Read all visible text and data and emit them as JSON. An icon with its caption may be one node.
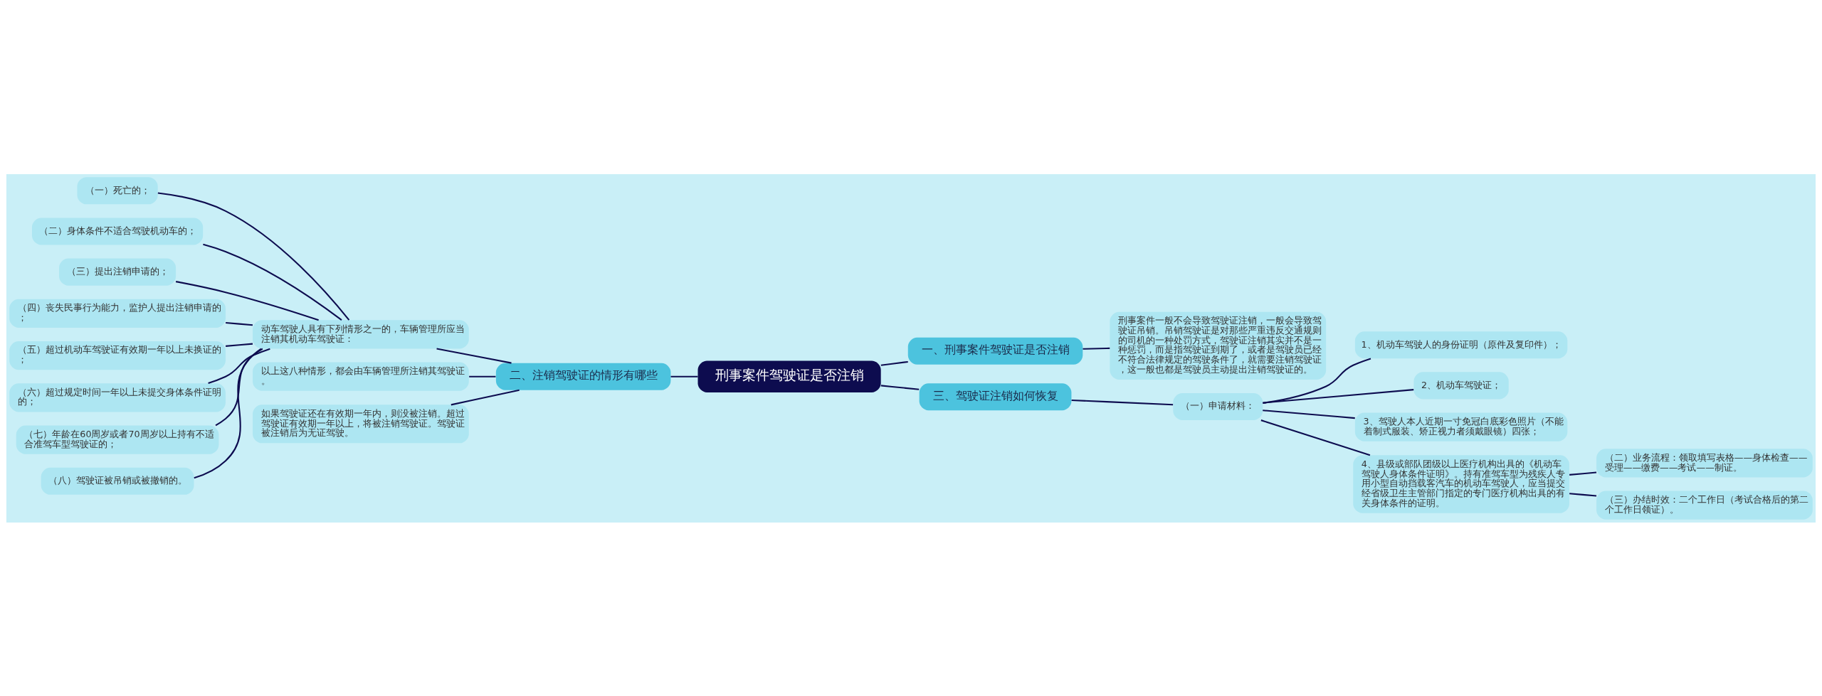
{
  "diagram": {
    "nodes": [
      {
        "text": [
          "刑事案件驾驶证是否注销"
        ]
      },
      {
        "text": [
          "一、刑事案件驾驶证是否注销"
        ]
      },
      {
        "text": [
          "刑事案件一般不会导致驾驶证注销，一般会导致驾驶证吊销。吊销驾驶证是对那些严重违反交通规则的司机的一种处罚方式，驾驶证注销其实并不是一种惩罚，而是指驾驶证到期了，或者是驾驶员已经不符合法律规定的驾驶条件了，就需要注销驾驶证，这一般也都是驾驶员主动提出注销驾驶证的。"
        ]
      },
      {
        "text": [
          "二、注销驾驶证的情形有哪些"
        ]
      },
      {
        "text": [
          "动车驾驶人具有下列情形之一的，车辆管理所应当注销其机动车驾驶证："
        ]
      },
      {
        "text": [
          "（一）死亡的；"
        ]
      },
      {
        "text": [
          "（二）身体条件不适合驾驶机动车的；"
        ]
      },
      {
        "text": [
          "（三）提出注销申请的；"
        ]
      },
      {
        "text": [
          "（四）丧失民事行为能力，监护人提出注销申请的；"
        ]
      },
      {
        "text": [
          "（五）超过机动车驾驶证有效期一年以上未换证的；"
        ]
      },
      {
        "text": [
          "（六）超过规定时间一年以上未提交身体条件证明的；"
        ]
      },
      {
        "text": [
          "（七）年龄在60周岁或者70周岁以上持有不适合准驾车型驾驶证的；"
        ]
      },
      {
        "text": [
          "（八）驾驶证被吊销或被撤销的。"
        ]
      },
      {
        "text": [
          "以上这八种情形，都会由车辆管理所注销其驾驶证。"
        ]
      },
      {
        "text": [
          "如果驾驶证还在有效期一年内，则没被注销。超过驾驶证有效期一年以上，将被注销驾驶证。驾驶证被注销后为无证驾驶。"
        ]
      },
      {
        "text": [
          "三、驾驶证注销如何恢复"
        ]
      },
      {
        "text": [
          "（一）申请材料："
        ]
      },
      {
        "text": [
          "1、机动车驾驶人的身份证明（原件及复印件）；"
        ]
      },
      {
        "text": [
          "2、机动车驾驶证；"
        ]
      },
      {
        "text": [
          "3、驾驶人本人近期一寸免冠白底彩色照片（不能着制式服装、矫正视力者须戴眼镜）四张；"
        ]
      },
      {
        "text": [
          "4、县级或部队团级以上医疗机构出具的《机动车驾驶人身体条件证明》。持有准驾车型为残疾人专用小型自动挡载客汽车的机动车驾驶人，应当提交经省级卫生主管部门指定的专门医疗机构出具的有关身体条件的证明。"
        ]
      },
      {
        "text": [
          "（二）业务流程：领取填写表格——身体检查——受理——缴费——考试——制证。"
        ]
      },
      {
        "text": [
          "（三）办结时效：二个工作日（考试合格后的第二个工作日领证）。"
        ]
      }
    ],
    "edges": [
      {
        "from": 0,
        "to": 1,
        "arrow": "none"
      },
      {
        "from": 1,
        "to": 2,
        "arrow": "none"
      },
      {
        "from": 0,
        "to": 3,
        "arrow": "none"
      },
      {
        "from": 3,
        "to": 4,
        "arrow": "none"
      },
      {
        "from": 4,
        "to": 5,
        "arrow": "none"
      },
      {
        "from": 4,
        "to": 6,
        "arrow": "none"
      },
      {
        "from": 4,
        "to": 7,
        "arrow": "none"
      },
      {
        "from": 4,
        "to": 8,
        "arrow": "none"
      },
      {
        "from": 4,
        "to": 9,
        "arrow": "none"
      },
      {
        "from": 4,
        "to": 10,
        "arrow": "none"
      },
      {
        "from": 4,
        "to": 11,
        "arrow": "none"
      },
      {
        "from": 4,
        "to": 12,
        "arrow": "none"
      },
      {
        "from": 3,
        "to": 13,
        "arrow": "none"
      },
      {
        "from": 3,
        "to": 14,
        "arrow": "none"
      },
      {
        "from": 0,
        "to": 15,
        "arrow": "none"
      },
      {
        "from": 15,
        "to": 16,
        "arrow": "none"
      },
      {
        "from": 16,
        "to": 17,
        "arrow": "none"
      },
      {
        "from": 16,
        "to": 18,
        "arrow": "none"
      },
      {
        "from": 16,
        "to": 19,
        "arrow": "none"
      },
      {
        "from": 16,
        "to": 20,
        "arrow": "none"
      },
      {
        "from": 20,
        "to": 21,
        "arrow": "none"
      },
      {
        "from": 20,
        "to": 22,
        "arrow": "none"
      }
    ]
  }
}
